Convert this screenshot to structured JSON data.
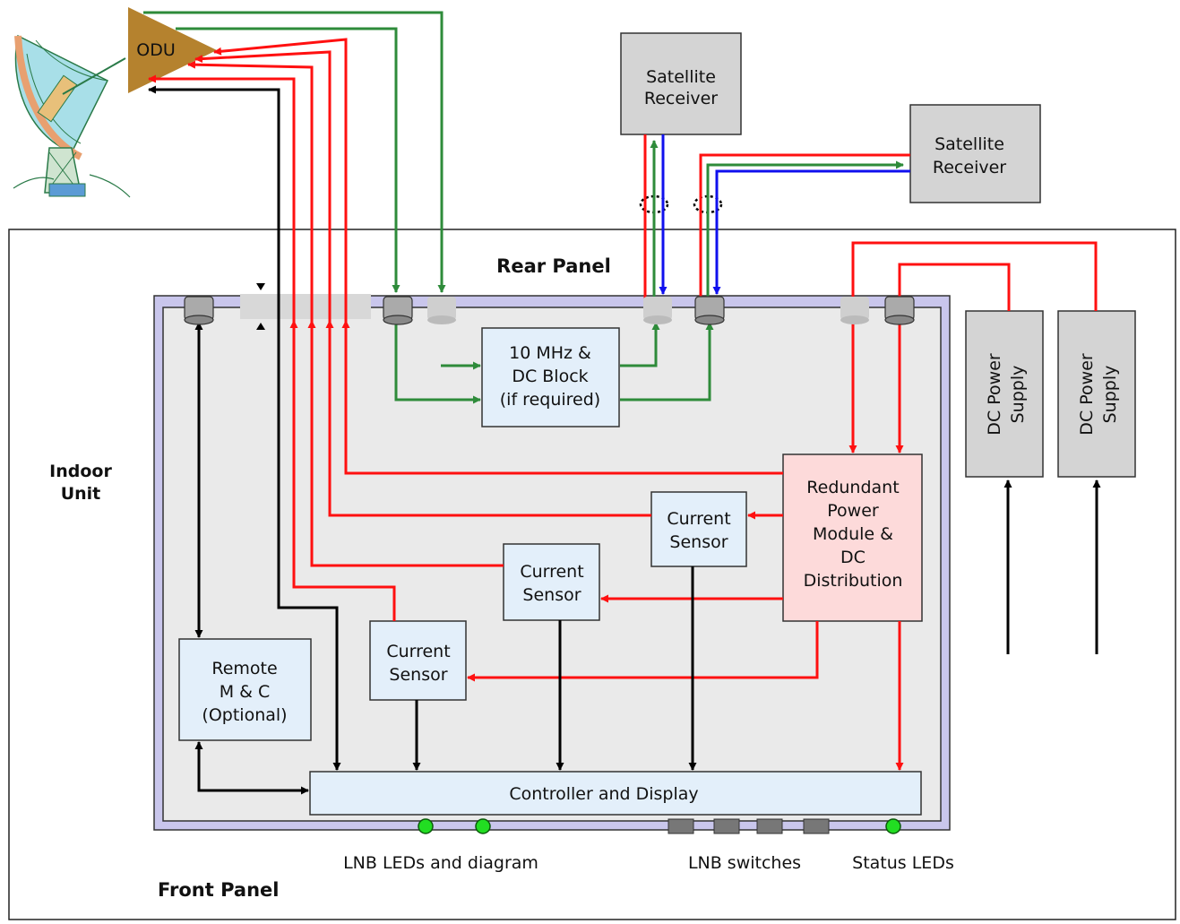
{
  "labels": {
    "odu": "ODU",
    "rear_panel": "Rear Panel",
    "front_panel": "Front Panel",
    "indoor_unit_l1": "Indoor",
    "indoor_unit_l2": "Unit",
    "sat_rx1_l1": "Satellite",
    "sat_rx1_l2": "Receiver",
    "sat_rx2_l1": "Satellite",
    "sat_rx2_l2": "Receiver",
    "block_l1": "10 MHz &",
    "block_l2": "DC Block",
    "block_l3": "(if required)",
    "rpm_l1": "Redundant",
    "rpm_l2": "Power",
    "rpm_l3": "Module &",
    "rpm_l4": "DC",
    "rpm_l5": "Distribution",
    "cs1_l1": "Current",
    "cs1_l2": "Sensor",
    "cs2_l1": "Current",
    "cs2_l2": "Sensor",
    "cs3_l1": "Current",
    "cs3_l2": "Sensor",
    "remote_l1": "Remote",
    "remote_l2": "M & C",
    "remote_l3": "(Optional)",
    "controller": "Controller and Display",
    "psu1_l1": "DC Power",
    "psu1_l2": "Supply",
    "psu2_l1": "DC Power",
    "psu2_l2": "Supply",
    "lnb_leds": "LNB LEDs and diagram",
    "lnb_switches": "LNB switches",
    "status_leds": "Status LEDs"
  },
  "colors": {
    "power_line": "#ff1010",
    "rf_line": "#2e8b3a",
    "ref_line": "#1010ee",
    "control_line": "#000000",
    "led_green": "#22dd22",
    "box_blue": "#e3effa",
    "box_pink": "#fddada",
    "box_gray": "#d4d4d4",
    "panel_purple": "#c9c6ec",
    "odu_brown": "#b5822e"
  }
}
